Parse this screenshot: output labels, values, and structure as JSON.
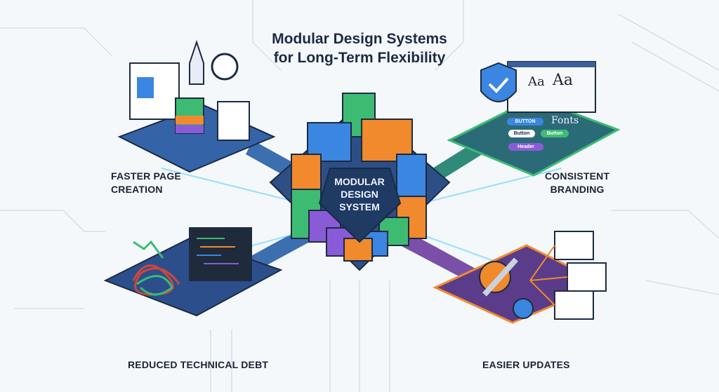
{
  "title": {
    "line1": "Modular Design Systems",
    "line2": "for Long-Term Flexibility"
  },
  "hub": {
    "line1": "MODULAR",
    "line2": "DESIGN",
    "line3": "SYSTEM"
  },
  "benefits": {
    "faster": {
      "line1": "FASTER PAGE",
      "line2": "CREATION"
    },
    "branding": {
      "line1": "CONSISTENT",
      "line2": "BRANDING"
    },
    "debt": {
      "label": "REDUCED TECHNICAL DEBT"
    },
    "updates": {
      "label": "EASIER UPDATES"
    }
  },
  "branding_card": {
    "aa_small": "Aa",
    "aa_large": "Aa",
    "chip_button_caps": "BUTTON",
    "fonts": "Fonts",
    "chip_button_white": "Button",
    "chip_button_green": "Button",
    "chip_header": "Header"
  },
  "colors": {
    "navy": "#1c2b44",
    "green": "#3dbb73",
    "blue": "#3a86e0",
    "orange": "#f08a2c",
    "purple": "#8a5bd6"
  }
}
